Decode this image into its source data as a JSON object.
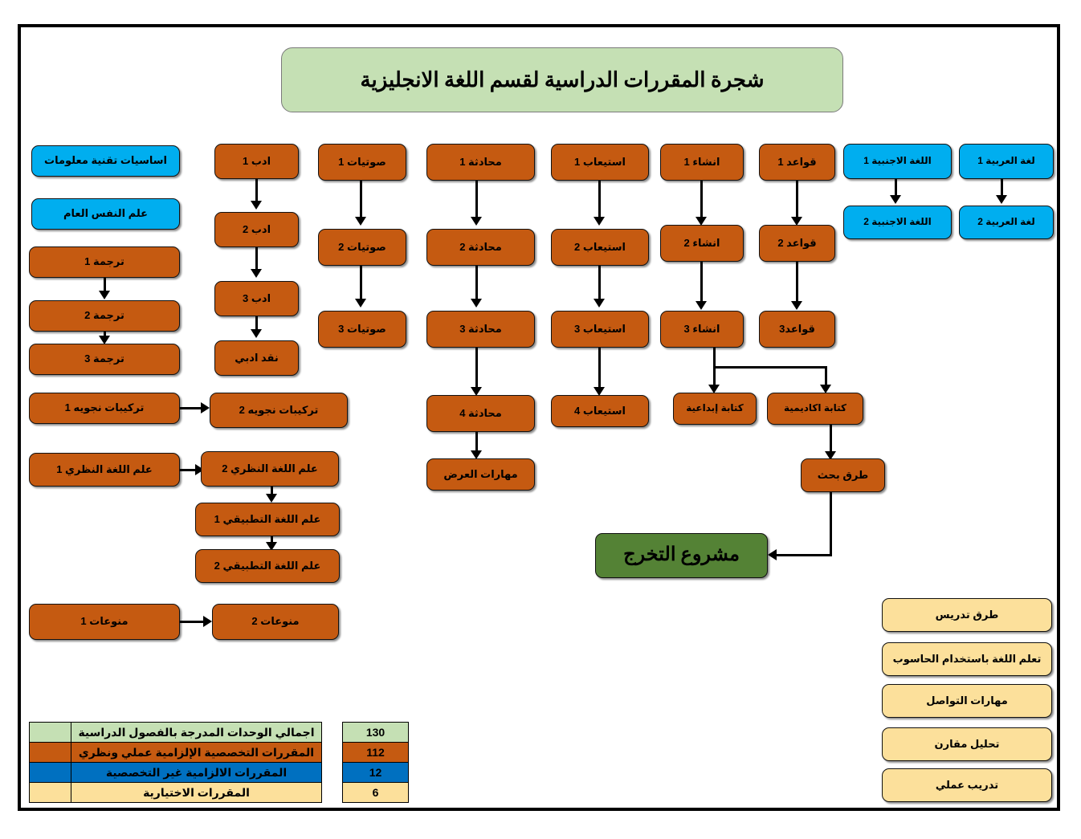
{
  "title": "شجرة المقررات الدراسية لقسم اللغة الانجليزية",
  "colors": {
    "orange": "#C55A11",
    "blue": "#00AEEF",
    "green": "#548235",
    "yellow": "#FCE09B",
    "title_green": "#C5E0B4",
    "legend_blue": "#0070C0"
  },
  "tracks": {
    "non_specialized": [
      {
        "label": "اساسيات تقنية معلومات"
      },
      {
        "label": "علم النفس العام"
      }
    ],
    "translation": [
      {
        "label": "ترجمة 1"
      },
      {
        "label": "ترجمة 2"
      },
      {
        "label": "ترجمة 3"
      }
    ],
    "literature": [
      {
        "label": "ادب 1"
      },
      {
        "label": "ادب 2"
      },
      {
        "label": "ادب 3"
      },
      {
        "label": "نقد ادبي"
      }
    ],
    "phonetics": [
      {
        "label": "صوتيات 1"
      },
      {
        "label": "صوتيات 2"
      },
      {
        "label": "صوتيات 3"
      }
    ],
    "conversation": [
      {
        "label": "محادثة 1"
      },
      {
        "label": "محادثة 2"
      },
      {
        "label": "محادثة 3"
      },
      {
        "label": "محادثة 4"
      },
      {
        "label": "مهارات العرض"
      }
    ],
    "comprehension": [
      {
        "label": "استيعاب 1"
      },
      {
        "label": "استيعاب 2"
      },
      {
        "label": "استيعاب 3"
      },
      {
        "label": "استيعاب 4"
      }
    ],
    "composition": [
      {
        "label": "انشاء 1"
      },
      {
        "label": "انشاء 2"
      },
      {
        "label": "انشاء 3"
      }
    ],
    "writing_branch": [
      {
        "label": "كتابة إبداعية"
      },
      {
        "label": "كتابة اكاديمية"
      },
      {
        "label": "طرق بحث"
      }
    ],
    "grammar": [
      {
        "label": "قواعد 1"
      },
      {
        "label": "قواعد 2"
      },
      {
        "label": "قواعد3"
      }
    ],
    "foreign_language": [
      {
        "label": "اللغة الاجنبية 1"
      },
      {
        "label": "اللغة الاجنبية 2"
      }
    ],
    "arabic_language": [
      {
        "label": "لغة العربية 1"
      },
      {
        "label": "لغة العربية 2"
      }
    ],
    "syntax": [
      {
        "label": "تركيبات نجويه 1"
      },
      {
        "label": "تركيبات نجويه 2"
      }
    ],
    "theoretical_linguistics": [
      {
        "label": "علم اللغة النظري 1"
      },
      {
        "label": "علم اللغة النظري 2"
      },
      {
        "label": "علم اللغة التطبيقي 1"
      },
      {
        "label": "علم اللغة التطبيقي 2"
      }
    ],
    "misc": [
      {
        "label": "منوعات 1"
      },
      {
        "label": "منوعات 2"
      }
    ],
    "capstone": {
      "label": "مشروع التخرج"
    }
  },
  "electives": [
    {
      "label": "طرق تدريس"
    },
    {
      "label": "تعلم اللغة باستخدام الحاسوب"
    },
    {
      "label": "مهارات التواصل"
    },
    {
      "label": "تحليل مقارن"
    },
    {
      "label": "تدريب عملي"
    }
  ],
  "legend": {
    "rows": [
      {
        "count": "130",
        "label": "اجمالي الوحدات المدرجة بالفصول الدراسية",
        "color": "#C5E0B4"
      },
      {
        "count": "112",
        "label": "المقررات التخصصية الإلزامية عملي ونظري",
        "color": "#C55A11"
      },
      {
        "count": "12",
        "label": "المقررات الالزامية غير  التخصصية",
        "color": "#0070C0"
      },
      {
        "count": "6",
        "label": "المقررات الاختيارية",
        "color": "#FCE09B"
      }
    ]
  }
}
